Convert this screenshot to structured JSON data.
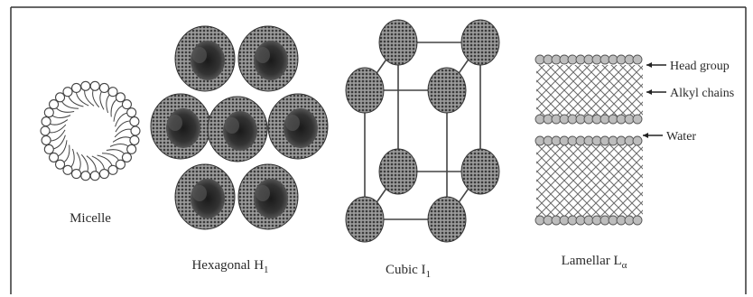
{
  "figure": {
    "panels": [
      {
        "id": "micelle",
        "label": "Micelle",
        "subscript": ""
      },
      {
        "id": "hexagonal",
        "label": "Hexagonal H",
        "subscript": "1"
      },
      {
        "id": "cubic",
        "label": "Cubic I",
        "subscript": "1"
      },
      {
        "id": "lamellar",
        "label": "Lamellar L",
        "subscript": "α"
      }
    ],
    "annotations": {
      "head_group": "Head group",
      "alkyl_chains": "Alkyl chains",
      "water": "Water"
    }
  }
}
